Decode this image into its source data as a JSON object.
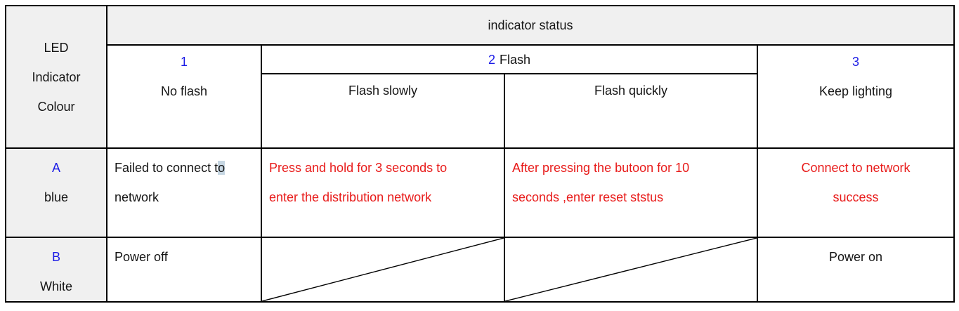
{
  "colors": {
    "accent_blue": "#1c1ce6",
    "alert_red": "#e81b1a",
    "header_background": "#f0f0f0",
    "border": "#000000",
    "text_highlight": "#c6d6e2"
  },
  "table": {
    "corner_header": {
      "lines": [
        "LED",
        "Indicator",
        "Colour"
      ]
    },
    "indicator_status_header": "indicator status",
    "status_columns": {
      "no_flash": {
        "number": "1",
        "label": "No flash"
      },
      "flash_group": {
        "number": "2",
        "label": "Flash"
      },
      "flash_slowly": {
        "label": "Flash slowly"
      },
      "flash_quickly": {
        "label": "Flash quickly"
      },
      "keep_lighting": {
        "number": "3",
        "label": "Keep lighting"
      }
    },
    "rows": {
      "a": {
        "id": "A",
        "colour": "blue",
        "no_flash": {
          "line1_pre": "Failed to connect t",
          "line1_highlighted": "o",
          "line2": "network"
        },
        "flash_slowly": {
          "lines": [
            "Press and hold for 3 seconds to",
            "enter the distribution network"
          ]
        },
        "flash_quickly": {
          "lines": [
            "After pressing the butoon for 10",
            "seconds ,enter reset ststus"
          ]
        },
        "keep_lighting": {
          "lines": [
            "Connect to network",
            "success"
          ]
        }
      },
      "b": {
        "id": "B",
        "colour": "White",
        "no_flash": "Power off",
        "keep_lighting": "Power on"
      }
    }
  }
}
